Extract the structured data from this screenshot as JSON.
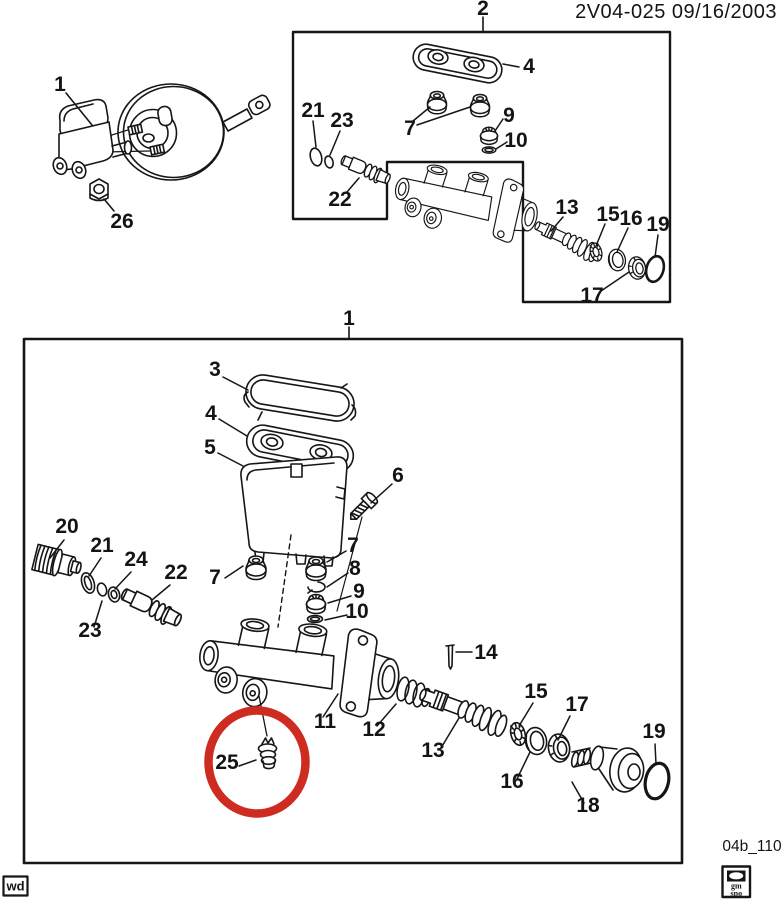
{
  "header": {
    "doc_code": "2V04-025  09/16/2003"
  },
  "assembly": {
    "callouts": {
      "c1": "1",
      "c26": "26"
    }
  },
  "inset": {
    "label": "2",
    "callouts": {
      "c4": "4",
      "c7": "7",
      "c9": "9",
      "c10": "10",
      "c13": "13",
      "c15": "15",
      "c16": "16",
      "c17": "17",
      "c19": "19",
      "c21": "21",
      "c22": "22",
      "c23": "23"
    }
  },
  "main": {
    "label": "1",
    "highlight_color": "#ce2b21",
    "callouts": {
      "c3": "3",
      "c4": "4",
      "c5": "5",
      "c6": "6",
      "c7a": "7",
      "c7b": "7",
      "c8": "8",
      "c9": "9",
      "c10": "10",
      "c11": "11",
      "c12": "12",
      "c13": "13",
      "c14": "14",
      "c15": "15",
      "c16": "16",
      "c17": "17",
      "c18": "18",
      "c19": "19",
      "c20": "20",
      "c21": "21",
      "c22": "22",
      "c23": "23",
      "c24": "24",
      "c25": "25"
    }
  },
  "footer": {
    "figure_code": "04b_110",
    "watermark": "wd",
    "logo": {
      "line1": "gm",
      "line2": "spo"
    }
  }
}
